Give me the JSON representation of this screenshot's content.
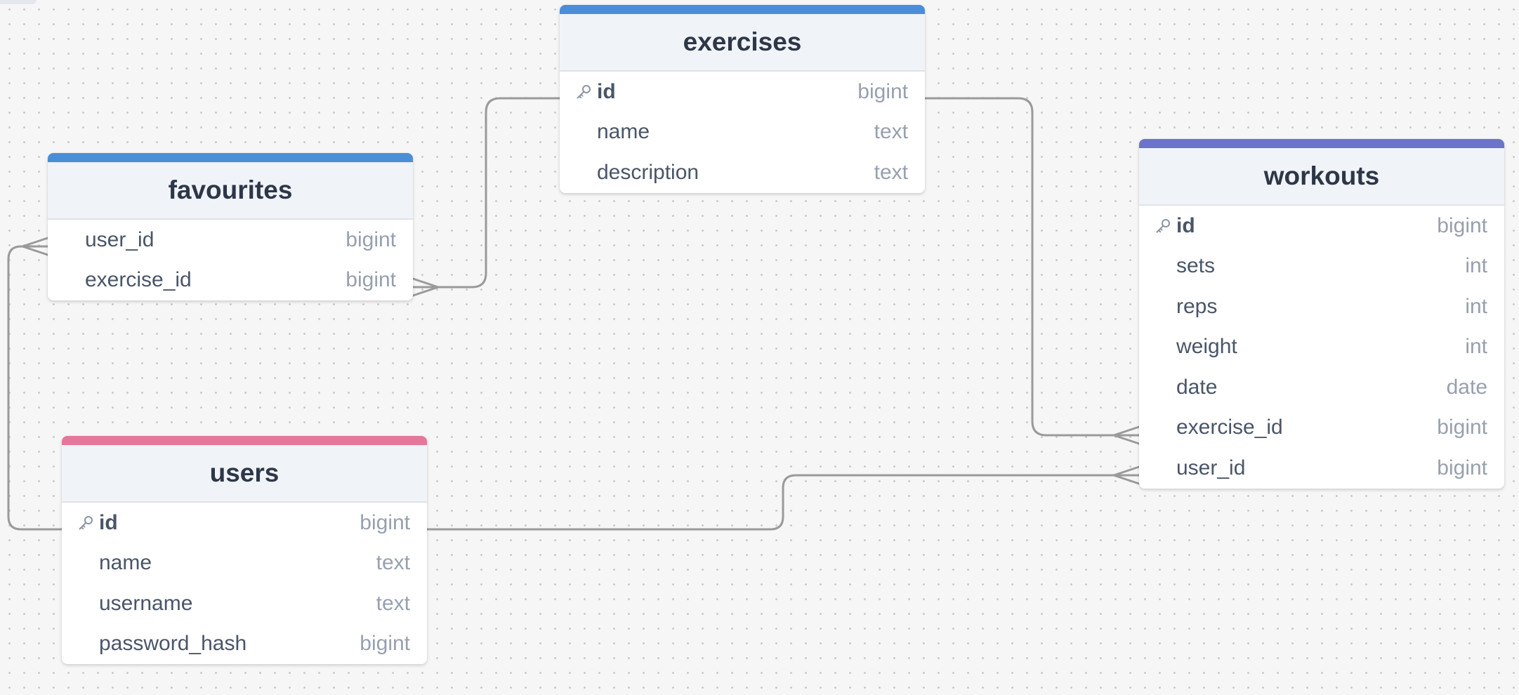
{
  "diagram": {
    "colors": {
      "blue": "#4a8ed8",
      "indigo": "#6c74c9",
      "pink": "#e3789a",
      "connector": "#9a9a9a",
      "header_bg": "#f0f3f8",
      "canvas": "#f6f6f6"
    },
    "tables": {
      "exercises": {
        "title": "exercises",
        "accent": "blue",
        "columns": [
          {
            "name": "id",
            "type": "bigint",
            "primary_key": true
          },
          {
            "name": "name",
            "type": "text",
            "primary_key": false
          },
          {
            "name": "description",
            "type": "text",
            "primary_key": false
          }
        ]
      },
      "favourites": {
        "title": "favourites",
        "accent": "blue",
        "columns": [
          {
            "name": "user_id",
            "type": "bigint",
            "primary_key": false
          },
          {
            "name": "exercise_id",
            "type": "bigint",
            "primary_key": false
          }
        ]
      },
      "workouts": {
        "title": "workouts",
        "accent": "indigo",
        "columns": [
          {
            "name": "id",
            "type": "bigint",
            "primary_key": true
          },
          {
            "name": "sets",
            "type": "int",
            "primary_key": false
          },
          {
            "name": "reps",
            "type": "int",
            "primary_key": false
          },
          {
            "name": "weight",
            "type": "int",
            "primary_key": false
          },
          {
            "name": "date",
            "type": "date",
            "primary_key": false
          },
          {
            "name": "exercise_id",
            "type": "bigint",
            "primary_key": false
          },
          {
            "name": "user_id",
            "type": "bigint",
            "primary_key": false
          }
        ]
      },
      "users": {
        "title": "users",
        "accent": "pink",
        "columns": [
          {
            "name": "id",
            "type": "bigint",
            "primary_key": true
          },
          {
            "name": "name",
            "type": "text",
            "primary_key": false
          },
          {
            "name": "username",
            "type": "text",
            "primary_key": false
          },
          {
            "name": "password_hash",
            "type": "bigint",
            "primary_key": false
          }
        ]
      }
    },
    "relationships": [
      {
        "from": "exercises.id",
        "to": "favourites.exercise_id",
        "cardinality": "one-to-many"
      },
      {
        "from": "exercises.id",
        "to": "workouts.exercise_id",
        "cardinality": "one-to-many"
      },
      {
        "from": "users.id",
        "to": "favourites.user_id",
        "cardinality": "one-to-many"
      },
      {
        "from": "users.id",
        "to": "workouts.user_id",
        "cardinality": "one-to-many"
      }
    ],
    "icons": {
      "primary_key": "key-icon",
      "many_end": "crowfoot-icon"
    }
  }
}
